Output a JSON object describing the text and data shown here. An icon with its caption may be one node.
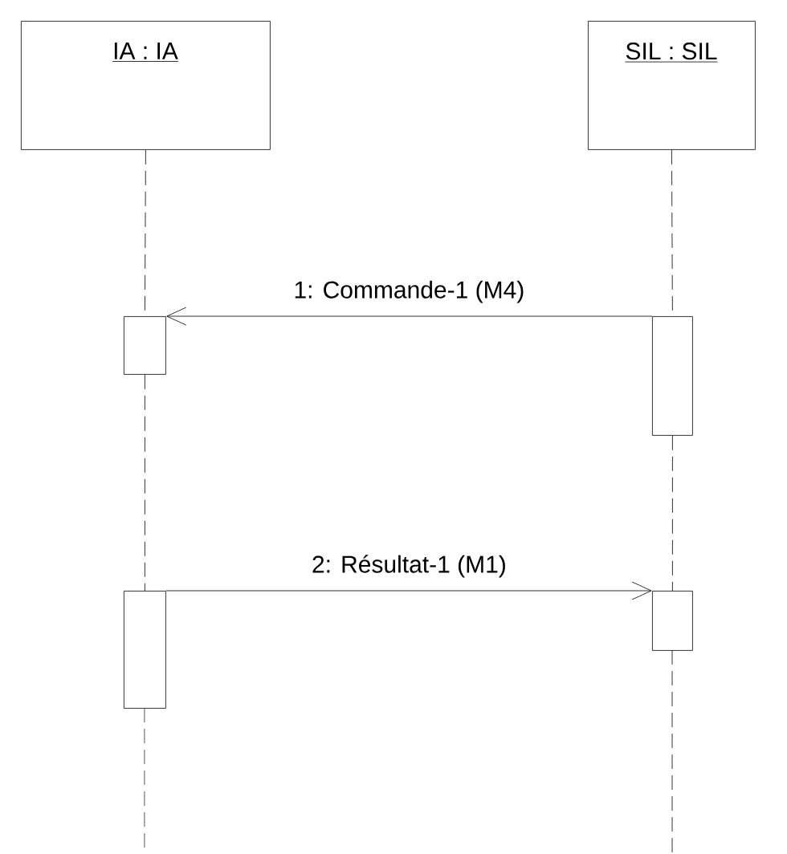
{
  "diagram": {
    "nodes": [
      {
        "text": [
          "IA : IA"
        ]
      },
      {
        "text": [
          "SIL : SIL"
        ]
      },
      {
        "text": [],
        "shape": "bar"
      },
      {
        "text": [],
        "shape": "bar"
      },
      {
        "text": [],
        "shape": "bar"
      },
      {
        "text": [],
        "shape": "bar"
      }
    ],
    "edges": [
      {
        "from": 0,
        "to": 2,
        "arrow": "none",
        "style": "dashed"
      },
      {
        "from": 1,
        "to": 3,
        "arrow": "none",
        "style": "dashed"
      },
      {
        "from": 3,
        "to": 2,
        "arrow": "to",
        "label": "1: Commande-1 (M4)"
      },
      {
        "from": 2,
        "to": 4,
        "arrow": "none",
        "style": "dashed"
      },
      {
        "from": 3,
        "to": 5,
        "arrow": "none",
        "style": "dashed"
      },
      {
        "from": 4,
        "to": 5,
        "arrow": "to",
        "label": "2: Résultat-1 (M1)"
      }
    ]
  }
}
